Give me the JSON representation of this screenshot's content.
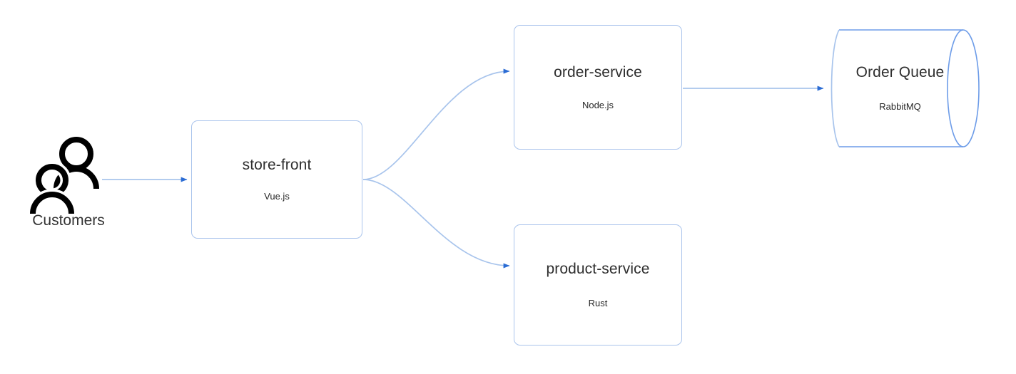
{
  "diagram": {
    "type": "architecture-flow-diagram",
    "background_color": "#ffffff",
    "edge_line_color": "#a8c4ec",
    "edge_arrow_color": "#2b6cd4",
    "node_border_color": "#aac4ec",
    "node_fill_color": "#ffffff",
    "title_text_color": "#2f2f2f",
    "subtitle_text_color": "#262626"
  },
  "actor": {
    "name": "customers",
    "icon": "two-people-icon",
    "label": "Customers"
  },
  "nodes": [
    {
      "id": "store-front",
      "shape": "rounded-rectangle",
      "title": "store-front",
      "subtitle": "Vue.js"
    },
    {
      "id": "order-service",
      "shape": "rounded-rectangle",
      "title": "order-service",
      "subtitle": "Node.js"
    },
    {
      "id": "product-service",
      "shape": "rounded-rectangle",
      "title": "product-service",
      "subtitle": "Rust"
    },
    {
      "id": "order-queue",
      "shape": "cylinder",
      "title": "Order Queue",
      "subtitle": "RabbitMQ"
    }
  ],
  "edges": [
    {
      "id": "customers-to-store-front",
      "from": "customers",
      "to": "store-front",
      "style": "straight-arrow"
    },
    {
      "id": "store-front-to-order-service",
      "from": "store-front",
      "to": "order-service",
      "style": "curved-arrow"
    },
    {
      "id": "store-front-to-product-service",
      "from": "store-front",
      "to": "product-service",
      "style": "curved-arrow"
    },
    {
      "id": "order-service-to-order-queue",
      "from": "order-service",
      "to": "order-queue",
      "style": "straight-arrow"
    }
  ]
}
